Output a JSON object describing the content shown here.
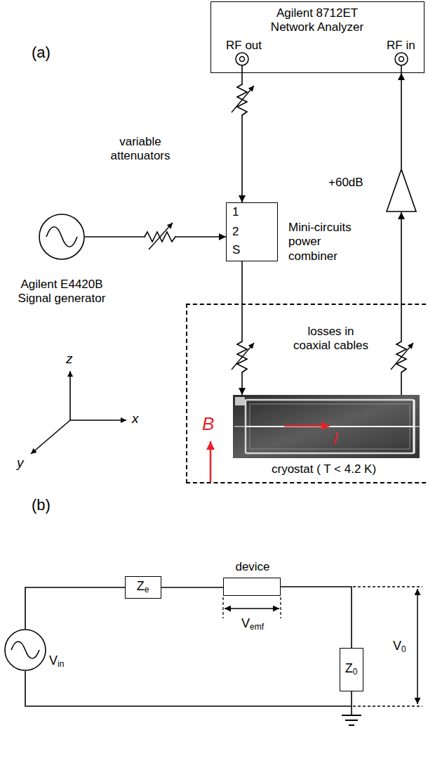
{
  "diagram": {
    "nodes": [
      {
        "text": [
          "Agilent 8712ET Network Analyzer",
          "RF out",
          "RF in"
        ]
      },
      {
        "text": [
          "+60dB"
        ]
      },
      {
        "text": [
          "1",
          "2",
          "S",
          "Mini-circuits power combiner"
        ]
      },
      {
        "text": [
          "Agilent E4420B Signal generator"
        ]
      },
      {
        "text": [
          "losses in coaxial cables",
          "cryostat ( T < 4.2 K)"
        ]
      },
      {
        "text": [
          "I"
        ],
        "in": 4
      },
      {
        "text": [
          "Ze"
        ]
      },
      {
        "text": [
          "device"
        ]
      },
      {
        "text": [
          "Z0"
        ]
      },
      {
        "text": [
          "Vin"
        ]
      }
    ],
    "edges": [
      {
        "from": 0,
        "to": 2,
        "arrow": "to"
      },
      {
        "from": 3,
        "to": 2,
        "arrow": "to"
      },
      {
        "from": 2,
        "to": 5,
        "arrow": "to"
      },
      {
        "from": 5,
        "to": 1,
        "arrow": "to"
      },
      {
        "from": 1,
        "to": 0,
        "arrow": "to"
      },
      {
        "from": 9,
        "to": 6,
        "arrow": "none"
      },
      {
        "from": 6,
        "to": 7,
        "arrow": "none"
      },
      {
        "from": 7,
        "to": 8,
        "arrow": "none"
      },
      {
        "from": 8,
        "to": 9,
        "arrow": "none"
      }
    ],
    "labels": [
      "(a)",
      "variable attenuators",
      "B",
      "z",
      "x",
      "y",
      "(b)",
      "Vemf",
      "V0"
    ]
  }
}
